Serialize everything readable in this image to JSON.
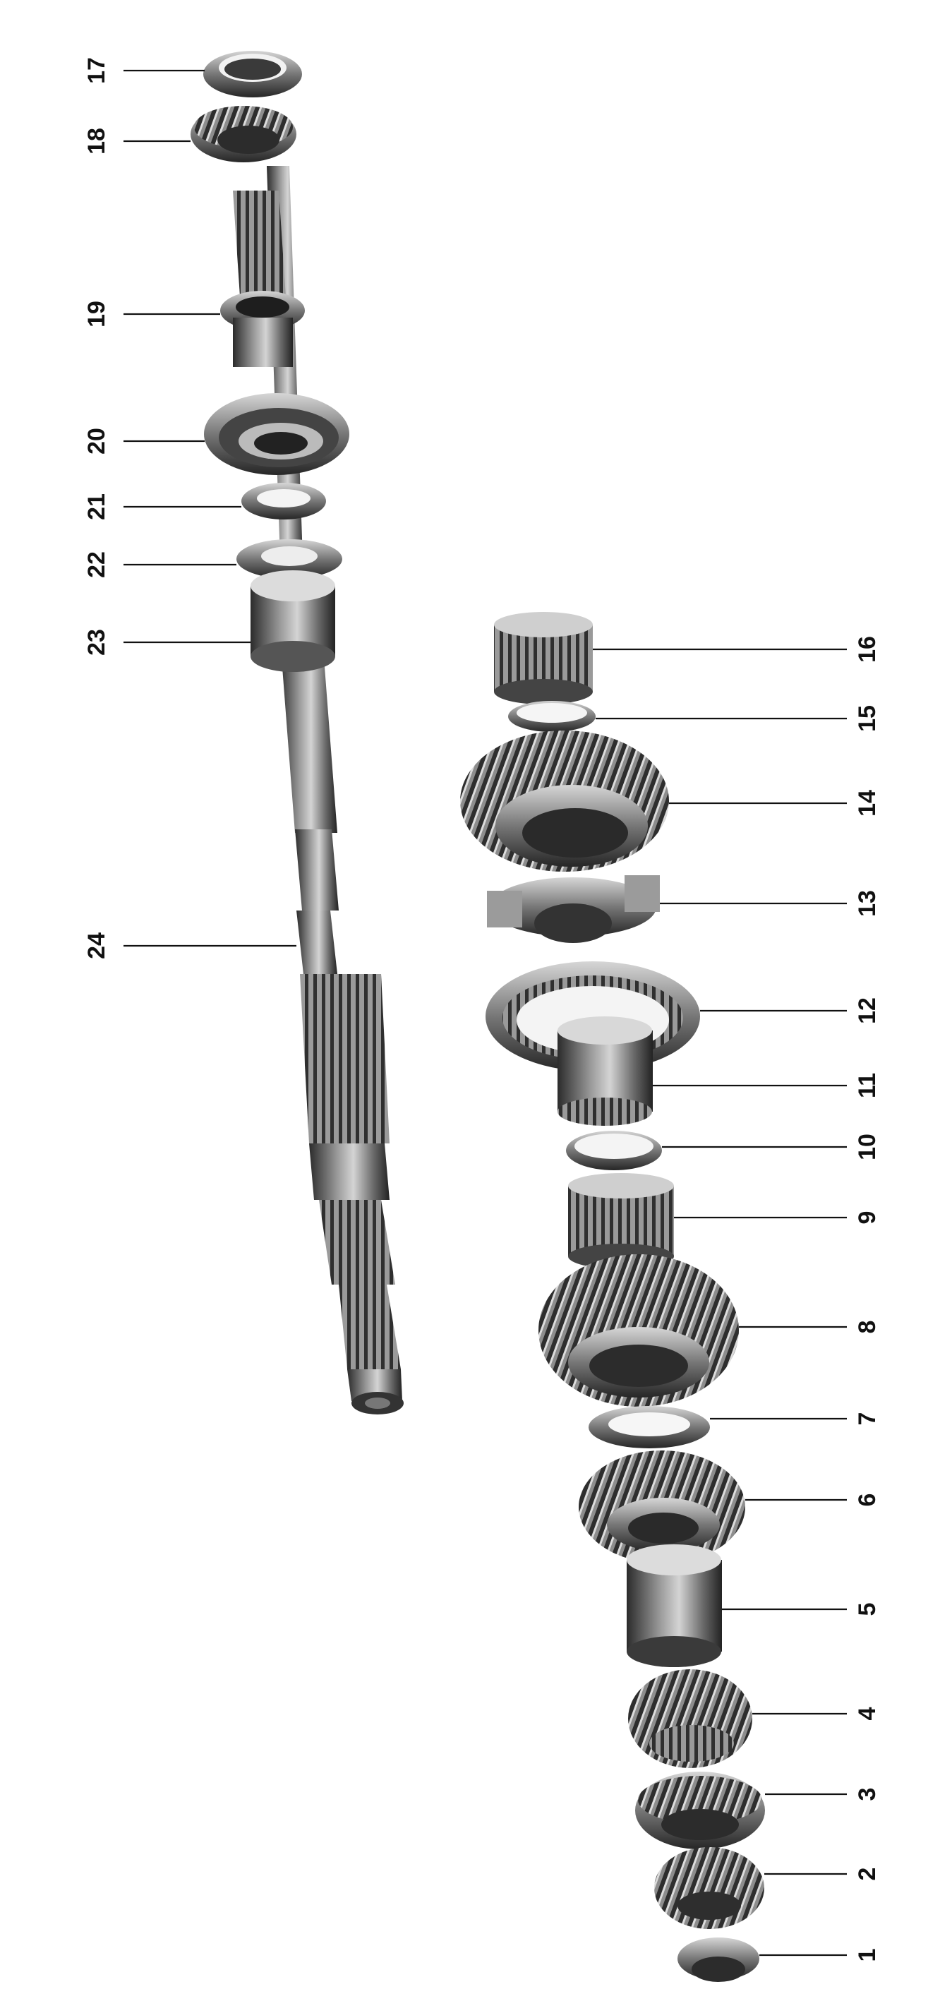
{
  "callouts_left": [
    "17",
    "18",
    "19",
    "20",
    "21",
    "22",
    "23",
    "24"
  ],
  "callouts_right": [
    "16",
    "15",
    "14",
    "13",
    "12",
    "11",
    "10",
    "9",
    "8",
    "7",
    "6",
    "5",
    "4",
    "3",
    "2",
    "1"
  ],
  "colors": {
    "metal_dark": "#2a2a2a",
    "metal_mid": "#6e6e6e",
    "metal_light": "#c8c8c8",
    "ink": "#111111"
  },
  "icons": {
    "part": "gear-part-icon"
  }
}
